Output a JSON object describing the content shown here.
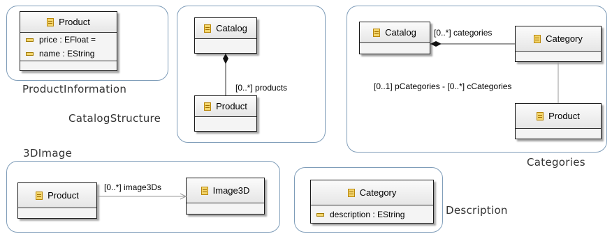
{
  "panes": {
    "product_information": {
      "label": "ProductInformation",
      "product": {
        "name": "Product",
        "attributes": [
          {
            "text": "price : EFloat ="
          },
          {
            "text": "name : EString"
          }
        ]
      }
    },
    "catalog_structure": {
      "label": "CatalogStructure",
      "catalog": {
        "name": "Catalog"
      },
      "product": {
        "name": "Product"
      },
      "edge_label": "[0..*] products"
    },
    "categories": {
      "label": "Categories",
      "catalog": {
        "name": "Catalog"
      },
      "category": {
        "name": "Category"
      },
      "product": {
        "name": "Product"
      },
      "edge_label_categories": "[0..*] categories",
      "edge_label_self": "[0..1] pCategories - [0..*] cCategories"
    },
    "image3d": {
      "label": "3DImage",
      "product": {
        "name": "Product"
      },
      "image3d": {
        "name": "Image3D"
      },
      "edge_label": "[0..*] image3Ds"
    },
    "description": {
      "label": "Description",
      "category": {
        "name": "Category",
        "attributes": [
          {
            "text": "description : EString"
          }
        ]
      }
    }
  },
  "icons": {
    "class": "eclass-icon",
    "attribute": "eattribute-icon"
  }
}
